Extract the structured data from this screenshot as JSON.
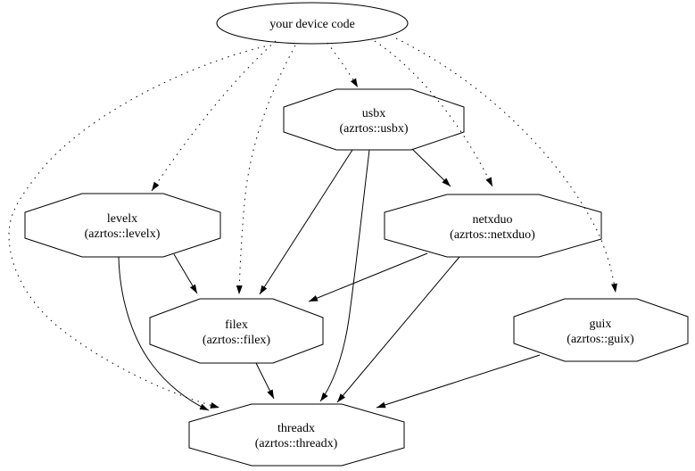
{
  "diagram": {
    "type": "dependency-graph",
    "background_color": "#ffffff",
    "stroke_color": "#000000",
    "nodes": {
      "device": {
        "id": "device",
        "label": "your device code",
        "shape": "ellipse"
      },
      "usbx": {
        "id": "usbx",
        "label": "usbx",
        "sublabel": "(azrtos::usbx)",
        "shape": "octagon"
      },
      "levelx": {
        "id": "levelx",
        "label": "levelx",
        "sublabel": "(azrtos::levelx)",
        "shape": "octagon"
      },
      "netxduo": {
        "id": "netxduo",
        "label": "netxduo",
        "sublabel": "(azrtos::netxduo)",
        "shape": "octagon"
      },
      "filex": {
        "id": "filex",
        "label": "filex",
        "sublabel": "(azrtos::filex)",
        "shape": "octagon"
      },
      "guix": {
        "id": "guix",
        "label": "guix",
        "sublabel": "(azrtos::guix)",
        "shape": "octagon"
      },
      "threadx": {
        "id": "threadx",
        "label": "threadx",
        "sublabel": "(azrtos::threadx)",
        "shape": "octagon"
      }
    },
    "edges": [
      {
        "from": "device",
        "to": "usbx",
        "style": "dotted",
        "arrowhead": "filled-triangle"
      },
      {
        "from": "device",
        "to": "levelx",
        "style": "dotted",
        "arrowhead": "filled-triangle"
      },
      {
        "from": "device",
        "to": "filex",
        "style": "dotted",
        "arrowhead": "filled-triangle"
      },
      {
        "from": "device",
        "to": "netxduo",
        "style": "dotted",
        "arrowhead": "filled-triangle"
      },
      {
        "from": "device",
        "to": "guix",
        "style": "dotted",
        "arrowhead": "filled-triangle"
      },
      {
        "from": "device",
        "to": "threadx",
        "style": "dotted",
        "arrowhead": "filled-triangle"
      },
      {
        "from": "usbx",
        "to": "netxduo",
        "style": "solid",
        "arrowhead": "filled-triangle"
      },
      {
        "from": "usbx",
        "to": "filex",
        "style": "solid",
        "arrowhead": "filled-triangle"
      },
      {
        "from": "usbx",
        "to": "threadx",
        "style": "solid",
        "arrowhead": "filled-triangle"
      },
      {
        "from": "levelx",
        "to": "filex",
        "style": "solid",
        "arrowhead": "filled-triangle"
      },
      {
        "from": "levelx",
        "to": "threadx",
        "style": "solid",
        "arrowhead": "filled-triangle"
      },
      {
        "from": "netxduo",
        "to": "filex",
        "style": "solid",
        "arrowhead": "filled-triangle"
      },
      {
        "from": "netxduo",
        "to": "threadx",
        "style": "solid",
        "arrowhead": "filled-triangle"
      },
      {
        "from": "filex",
        "to": "threadx",
        "style": "solid",
        "arrowhead": "filled-triangle"
      },
      {
        "from": "guix",
        "to": "threadx",
        "style": "solid",
        "arrowhead": "filled-triangle"
      }
    ]
  }
}
